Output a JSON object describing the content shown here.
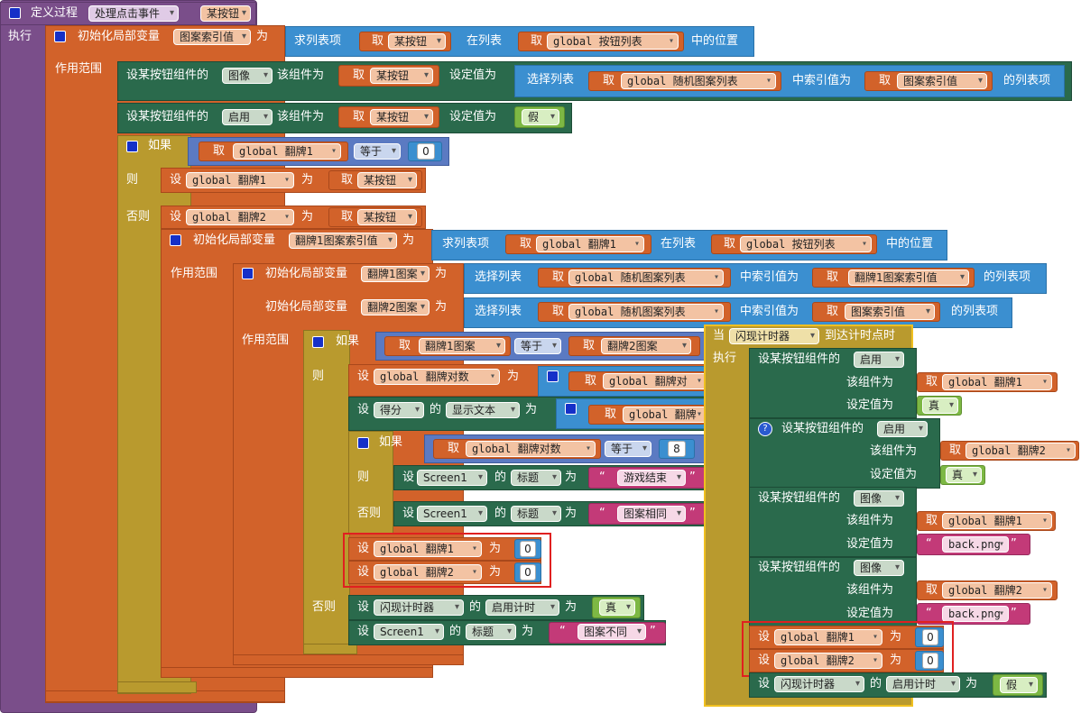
{
  "proc": {
    "kw": "定义过程",
    "name": "处理点击事件",
    "param": "某按钮",
    "exec": "执行"
  },
  "init1": {
    "kw": "初始化局部变量",
    "var": "图案索引值",
    "as": "为",
    "scope": "作用范围",
    "find": "求列表项",
    "get": "取",
    "item": "某按钮",
    "inlist": "在列表",
    "list": "global  按钮列表",
    "pos": "中的位置"
  },
  "set_img": {
    "kw": "设某按钮组件的",
    "prop": "图像",
    "comp": "该组件为",
    "get": "取",
    "item": "某按钮",
    "setv": "设定值为",
    "sel": "选择列表",
    "list": "global  随机图案列表",
    "idx": "中索引值为",
    "idxvar": "图案索引值",
    "tail": "的列表项"
  },
  "set_en": {
    "kw": "设某按钮组件的",
    "prop": "启用",
    "comp": "该组件为",
    "item": "某按钮",
    "setv": "设定值为",
    "val": "假"
  },
  "if1": {
    "kw": "如果",
    "get": "取",
    "var": "global  翻牌1",
    "eq": "等于",
    "num": "0",
    "then": "则",
    "else": "否则",
    "set": "设",
    "v1": "global  翻牌1",
    "as": "为",
    "item": "某按钮",
    "v2": "global  翻牌2"
  },
  "init2": {
    "kw": "初始化局部变量",
    "var": "翻牌1图案索引值",
    "as": "为",
    "find": "求列表项",
    "get": "取",
    "item": "global  翻牌1",
    "inlist": "在列表",
    "list": "global  按钮列表",
    "pos": "中的位置",
    "scope": "作用范围"
  },
  "init3": {
    "kw": "初始化局部变量",
    "var1": "翻牌1图案",
    "var2": "翻牌2图案",
    "as": "为",
    "sel": "选择列表",
    "list": "global  随机图案列表",
    "idx": "中索引值为",
    "idx1": "翻牌1图案索引值",
    "idx2": "图案索引值",
    "tail": "的列表项",
    "scope": "作用范围"
  },
  "if2": {
    "kw": "如果",
    "a": "翻牌1图案",
    "eq": "等于",
    "b": "翻牌2图案",
    "then": "则",
    "else": "否则"
  },
  "pairs": {
    "set": "设",
    "var": "global  翻牌对数",
    "as": "为",
    "getvar": "global  翻牌对"
  },
  "score": {
    "set": "设",
    "comp": "得分",
    "of": "的",
    "prop": "显示文本",
    "as": "为",
    "getvar": "global  翻牌"
  },
  "if3": {
    "kw": "如果",
    "var": "global  翻牌对数",
    "eq": "等于",
    "num": "8",
    "then": "则",
    "else": "否则",
    "set": "设",
    "comp": "Screen1",
    "of": "的",
    "prop": "标题",
    "as": "为",
    "end": "游戏结束",
    "same": "图案相同"
  },
  "reset1": {
    "set": "设",
    "v1": "global  翻牌1",
    "v2": "global  翻牌2",
    "as": "为",
    "n": "0"
  },
  "else2": {
    "set": "设",
    "timer": "闪现计时器",
    "of": "的",
    "prop": "启用计时",
    "as": "为",
    "val": "真",
    "comp": "Screen1",
    "title": "标题",
    "diff": "图案不同"
  },
  "timer": {
    "when": "当",
    "comp": "闪现计时器",
    "event": "到达计时点时",
    "exec": "执行",
    "kw": "设某按钮组件的",
    "en": "启用",
    "img": "图像",
    "comp_for": "该组件为",
    "setv": "设定值为",
    "get": "取",
    "v1": "global  翻牌1",
    "v2": "global  翻牌2",
    "t": "真",
    "back": "back.png",
    "set": "设",
    "as": "为",
    "n": "0",
    "tprop": "启用计时",
    "f": "假",
    "of": "的"
  },
  "quote_l": "“",
  "quote_r": "”"
}
